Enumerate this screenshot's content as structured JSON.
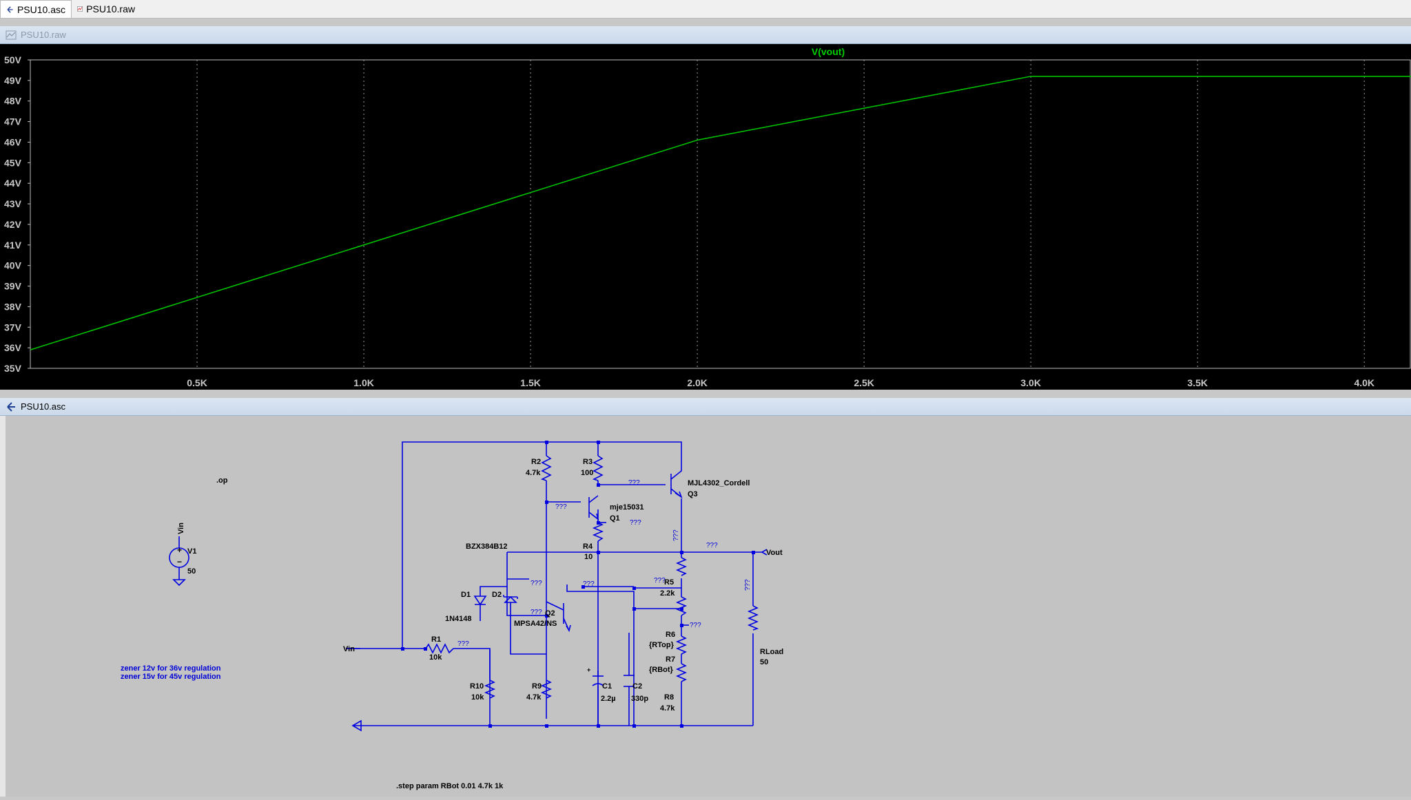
{
  "tabs": [
    {
      "label": "PSU10.asc",
      "icon": "schematic-icon"
    },
    {
      "label": "PSU10.raw",
      "icon": "waveform-icon"
    }
  ],
  "plot_window": {
    "title": "PSU10.raw"
  },
  "schematic_window": {
    "title": "PSU10.asc"
  },
  "colors": {
    "trace": "#00c000",
    "title": "#00d000",
    "grid": "#9a9a9a",
    "wire": "#0000e0"
  },
  "chart_data": {
    "type": "line",
    "title": "V(vout)",
    "xlabel": "",
    "ylabel": "",
    "xlim": [
      0,
      4140
    ],
    "ylim": [
      35,
      50
    ],
    "x_ticks": [
      "0.5K",
      "1.0K",
      "1.5K",
      "2.0K",
      "2.5K",
      "3.0K",
      "3.5K",
      "4.0K"
    ],
    "x_tick_values": [
      500,
      1000,
      1500,
      2000,
      2500,
      3000,
      3500,
      4000
    ],
    "y_ticks": [
      "35V",
      "36V",
      "37V",
      "38V",
      "39V",
      "40V",
      "41V",
      "42V",
      "43V",
      "44V",
      "45V",
      "46V",
      "47V",
      "48V",
      "49V",
      "50V"
    ],
    "y_tick_values": [
      35,
      36,
      37,
      38,
      39,
      40,
      41,
      42,
      43,
      44,
      45,
      46,
      47,
      48,
      49,
      50
    ],
    "grid": true,
    "series": [
      {
        "name": "V(vout)",
        "x": [
          0,
          1000,
          2000,
          3000,
          4140
        ],
        "y": [
          35.9,
          41.0,
          46.1,
          49.2,
          49.2
        ]
      }
    ]
  },
  "schematic": {
    "directive_op": ".op",
    "directive_step": ".step param RBot 0.01 4.7k 1k",
    "comment1": "zener 12v for 36v regulation",
    "comment2": "zener 15v for 45v regulation",
    "vin_label": "Vin",
    "vout_label": "Vout",
    "unknown": "???",
    "V1": {
      "name": "V1",
      "value": "50",
      "net": "Vin"
    },
    "R1": {
      "name": "R1",
      "value": "10k"
    },
    "R2": {
      "name": "R2",
      "value": "4.7k"
    },
    "R3": {
      "name": "R3",
      "value": "100"
    },
    "R4": {
      "name": "R4",
      "value": "10"
    },
    "R5": {
      "name": "R5",
      "value": "2.2k"
    },
    "R6": {
      "name": "R6",
      "value": "{RTop}"
    },
    "R7": {
      "name": "R7",
      "value": "{RBot}"
    },
    "R8": {
      "name": "R8",
      "value": "4.7k"
    },
    "R9": {
      "name": "R9",
      "value": "4.7k"
    },
    "R10": {
      "name": "R10",
      "value": "10k"
    },
    "RLoad": {
      "name": "RLoad",
      "value": "50"
    },
    "C1": {
      "name": "C1",
      "value": "2.2µ"
    },
    "C2": {
      "name": "C2",
      "value": "330p"
    },
    "D1": {
      "name": "D1",
      "model": "1N4148"
    },
    "D2": {
      "name": "D2",
      "model": "BZX384B12"
    },
    "Q1": {
      "name": "Q1",
      "model": "mje15031"
    },
    "Q2": {
      "name": "Q2",
      "model": "MPSA42/NS"
    },
    "Q3": {
      "name": "Q3",
      "model": "MJL4302_Cordell"
    }
  }
}
